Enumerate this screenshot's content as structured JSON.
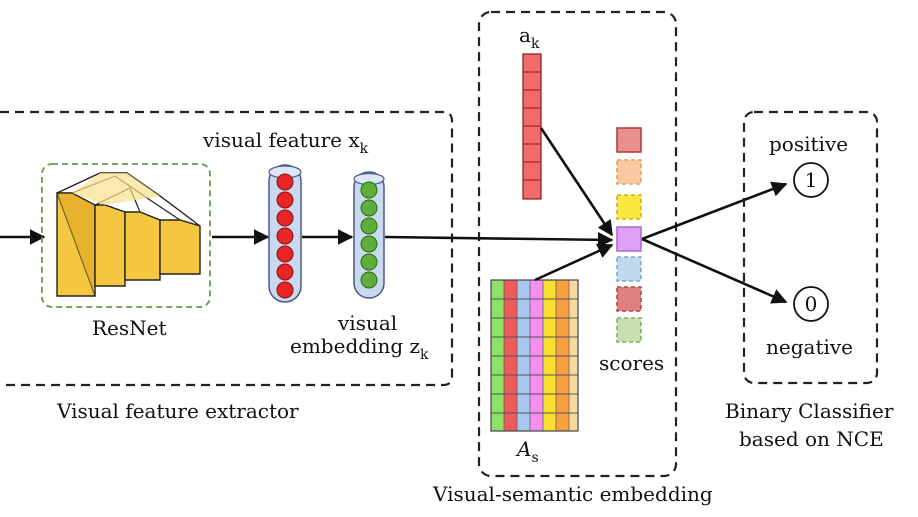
{
  "labels": {
    "visual_feature_extractor": "Visual feature extractor",
    "visual_semantic_embedding": "Visual-semantic embedding",
    "binary_classifier_line1": "Binary Classifier",
    "binary_classifier_line2": "based on NCE",
    "resnet": "ResNet",
    "visual_feature": "visual feature x",
    "visual_feature_sub": "k",
    "visual_embedding_line1": "visual",
    "visual_embedding_line2": "embedding z",
    "visual_embedding_sub": "k",
    "a_k": "a",
    "a_k_sub": "k",
    "A_s": "A",
    "A_s_sub": "s",
    "scores": "scores",
    "positive": "positive",
    "negative": "negative",
    "node_positive": "1",
    "node_negative": "0"
  },
  "colors": {
    "feature_dots": "#e8262a",
    "embedding_dots": "#5fae3c",
    "cylinder_fill": "#c9d9f0",
    "resnet_fill": "#f5c640",
    "resnet_box_border": "#6a9a4a",
    "a_k_fill": "#f26b6b",
    "A_s_columns": [
      "#8ee06a",
      "#ee5a5a",
      "#a8c8f0",
      "#f590f0",
      "#f8e030",
      "#f8a040",
      "#f8d8a0"
    ],
    "score_cells": [
      "#e89090",
      "#f8c8a0",
      "#f8e840",
      "#e0a0f8",
      "#c0d8f0",
      "#e08080",
      "#c8e0b0"
    ],
    "score_borders": [
      "#b04040",
      "#e0a060",
      "#d0b020",
      "#b070d0",
      "#80a8d0",
      "#b04848",
      "#80b060"
    ]
  }
}
